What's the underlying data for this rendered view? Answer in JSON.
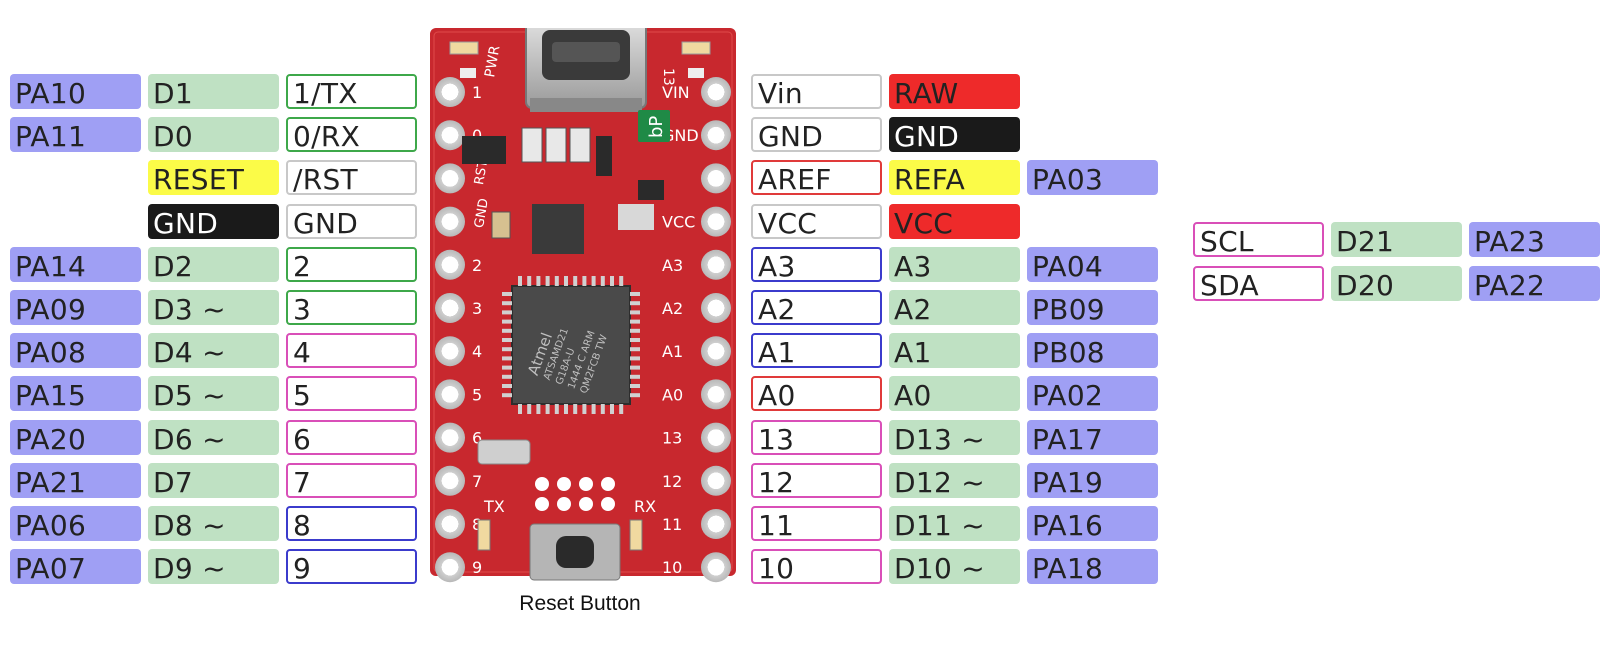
{
  "colors": {
    "port": "#9f9ff4",
    "digital": "#bfe1c3",
    "ground": "#1a1a1a",
    "power": "#ee2a2a",
    "reset": "#fbfb48",
    "board": "#c8282e"
  },
  "left_rows": [
    {
      "port": "PA10",
      "func": "D1",
      "func_style": "dig",
      "pin": "1/TX",
      "pin_border": "green"
    },
    {
      "port": "PA11",
      "func": "D0",
      "func_style": "dig",
      "pin": "0/RX",
      "pin_border": "green"
    },
    {
      "port": "",
      "func": "RESET",
      "func_style": "yel",
      "pin": "/RST",
      "pin_border": "grey"
    },
    {
      "port": "",
      "func": "GND",
      "func_style": "blk",
      "pin": "GND",
      "pin_border": "grey"
    },
    {
      "port": "PA14",
      "func": "D2",
      "func_style": "dig",
      "pin": "2",
      "pin_border": "green"
    },
    {
      "port": "PA09",
      "func": "D3 ~",
      "func_style": "dig",
      "pin": "3",
      "pin_border": "green"
    },
    {
      "port": "PA08",
      "func": "D4 ~",
      "func_style": "dig",
      "pin": "4",
      "pin_border": "pink"
    },
    {
      "port": "PA15",
      "func": "D5 ~",
      "func_style": "dig",
      "pin": "5",
      "pin_border": "pink"
    },
    {
      "port": "PA20",
      "func": "D6 ~",
      "func_style": "dig",
      "pin": "6",
      "pin_border": "pink"
    },
    {
      "port": "PA21",
      "func": "D7",
      "func_style": "dig",
      "pin": "7",
      "pin_border": "pink"
    },
    {
      "port": "PA06",
      "func": "D8 ~",
      "func_style": "dig",
      "pin": "8",
      "pin_border": "blue"
    },
    {
      "port": "PA07",
      "func": "D9 ~",
      "func_style": "dig",
      "pin": "9",
      "pin_border": "blue"
    }
  ],
  "right_rows": [
    {
      "pin": "Vin",
      "pin_border": "grey",
      "func": "RAW",
      "func_style": "red",
      "port": ""
    },
    {
      "pin": "GND",
      "pin_border": "grey",
      "func": "GND",
      "func_style": "blk",
      "port": ""
    },
    {
      "pin": "AREF",
      "pin_border": "redb",
      "func": "REFA",
      "func_style": "yel",
      "port": "PA03"
    },
    {
      "pin": "VCC",
      "pin_border": "grey",
      "func": "VCC",
      "func_style": "red",
      "port": ""
    },
    {
      "pin": "A3",
      "pin_border": "blue",
      "func": "A3",
      "func_style": "dig",
      "port": "PA04"
    },
    {
      "pin": "A2",
      "pin_border": "blue",
      "func": "A2",
      "func_style": "dig",
      "port": "PB09"
    },
    {
      "pin": "A1",
      "pin_border": "blue",
      "func": "A1",
      "func_style": "dig",
      "port": "PB08"
    },
    {
      "pin": "A0",
      "pin_border": "redb",
      "func": "A0",
      "func_style": "dig",
      "port": "PA02"
    },
    {
      "pin": "13",
      "pin_border": "pink",
      "func": "D13 ~",
      "func_style": "dig",
      "port": "PA17"
    },
    {
      "pin": "12",
      "pin_border": "pink",
      "func": "D12 ~",
      "func_style": "dig",
      "port": "PA19"
    },
    {
      "pin": "11",
      "pin_border": "pink",
      "func": "D11 ~",
      "func_style": "dig",
      "port": "PA16"
    },
    {
      "pin": "10",
      "pin_border": "pink",
      "func": "D10 ~",
      "func_style": "dig",
      "port": "PA18"
    }
  ],
  "i2c_rows": [
    {
      "pin": "SCL",
      "pin_border": "pink",
      "func": "D21",
      "func_style": "dig",
      "port": "PA23"
    },
    {
      "pin": "SDA",
      "pin_border": "pink",
      "func": "D20",
      "func_style": "dig",
      "port": "PA22"
    }
  ],
  "board": {
    "chip_text": [
      "Atmel",
      "ATSAMD21",
      "G18A-U",
      "1444 C ARM",
      "QM2FCB  TW"
    ],
    "left_silk": [
      "1",
      "0",
      "RST",
      "GND",
      "2",
      "3",
      "4",
      "5",
      "6",
      "7",
      "8",
      "9"
    ],
    "right_silk": [
      "VIN",
      "GND",
      "",
      "VCC",
      "A3",
      "A2",
      "A1",
      "A0",
      "13",
      "12",
      "11",
      "10"
    ],
    "top_silk": [
      "PWR",
      "13"
    ],
    "bottom_silk": [
      "TX",
      "RX"
    ],
    "logo_text": "bP"
  },
  "reset_caption": "Reset Button"
}
